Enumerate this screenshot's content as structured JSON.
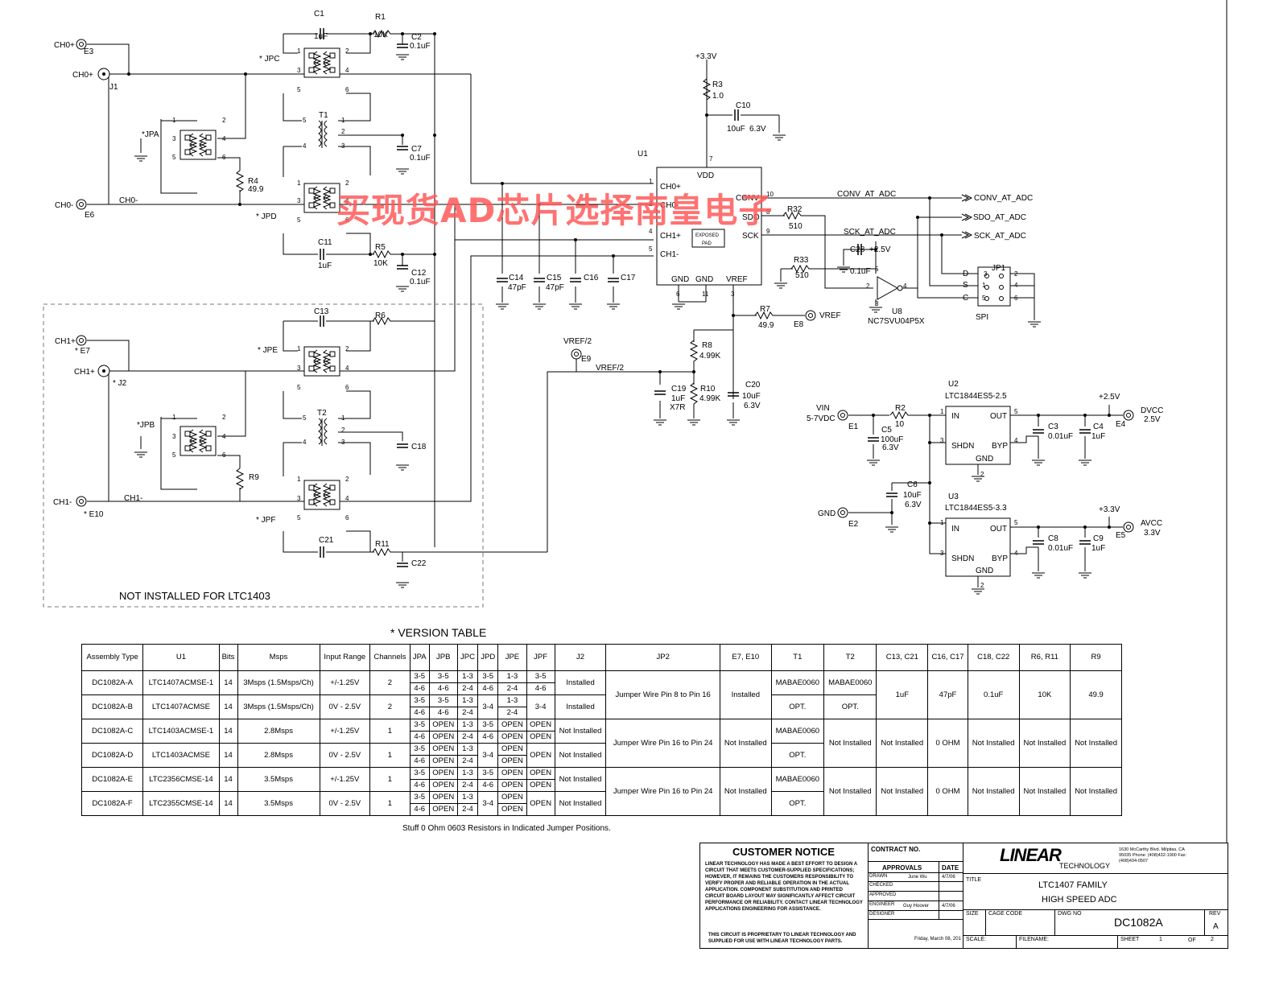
{
  "watermark": "买现货AD芯片选择南皇电子",
  "not_installed_label": "NOT INSTALLED FOR LTC1403",
  "version_table_title": "*  VERSION TABLE",
  "stuff_note": "Stuff 0 Ohm 0603 Resistors in Indicated Jumper Positions.",
  "version_table": {
    "headers": [
      "Assembly Type",
      "U1",
      "Bits",
      "Msps",
      "Input Range",
      "Channels",
      "JPA",
      "JPB",
      "JPC",
      "JPD",
      "JPE",
      "JPF",
      "J2",
      "JP2",
      "E7, E10",
      "T1",
      "T2",
      "C13, C21",
      "C16, C17",
      "C18, C22",
      "R6, R11",
      "R9"
    ],
    "rows": [
      {
        "asm": "DC1082A-A",
        "u1": "LTC1407ACMSE-1",
        "bits": "14",
        "msps": "3Msps (1.5Msps/Ch)",
        "range": "+/-1.25V",
        "ch": "2",
        "jpa": [
          "3-5",
          "4-6"
        ],
        "jpb": [
          "3-5",
          "4-6"
        ],
        "jpc": [
          "1-3",
          "2-4"
        ],
        "jpd": [
          "3-5",
          "4-6"
        ],
        "jpe": [
          "1-3",
          "2-4"
        ],
        "jpf": [
          "3-5",
          "4-6"
        ],
        "j2": "Installed",
        "t1": "MABAE0060",
        "t2": "MABAE0060"
      },
      {
        "asm": "DC1082A-B",
        "u1": "LTC1407ACMSE",
        "bits": "14",
        "msps": "3Msps (1.5Msps/Ch)",
        "range": "0V - 2.5V",
        "ch": "2",
        "jpa": [
          "3-5",
          "4-6"
        ],
        "jpb": [
          "3-5",
          "4-6"
        ],
        "jpc": [
          "1-3",
          "2-4"
        ],
        "jpd": [
          "3-4"
        ],
        "jpe": [
          "1-3",
          "2-4"
        ],
        "jpf": [
          "3-4"
        ],
        "j2": "Installed",
        "t1": "OPT.",
        "t2": "OPT."
      },
      {
        "asm": "DC1082A-C",
        "u1": "LTC1403ACMSE-1",
        "bits": "14",
        "msps": "2.8Msps",
        "range": "+/-1.25V",
        "ch": "1",
        "jpa": [
          "3-5",
          "4-6"
        ],
        "jpb": [
          "OPEN",
          "OPEN"
        ],
        "jpc": [
          "1-3",
          "2-4"
        ],
        "jpd": [
          "3-5",
          "4-6"
        ],
        "jpe": [
          "OPEN",
          "OPEN"
        ],
        "jpf": [
          "OPEN",
          "OPEN"
        ],
        "j2": "Not Installed",
        "t1": "MABAE0060"
      },
      {
        "asm": "DC1082A-D",
        "u1": "LTC1403ACMSE",
        "bits": "14",
        "msps": "2.8Msps",
        "range": "0V - 2.5V",
        "ch": "1",
        "jpa": [
          "3-5",
          "4-6"
        ],
        "jpb": [
          "OPEN",
          "OPEN"
        ],
        "jpc": [
          "1-3",
          "2-4"
        ],
        "jpd": [
          "3-4"
        ],
        "jpe": [
          "OPEN",
          "OPEN"
        ],
        "jpf": [
          "OPEN"
        ],
        "j2": "Not Installed",
        "t1": "OPT."
      },
      {
        "asm": "DC1082A-E",
        "u1": "LTC2356CMSE-14",
        "bits": "14",
        "msps": "3.5Msps",
        "range": "+/-1.25V",
        "ch": "1",
        "jpa": [
          "3-5",
          "4-6"
        ],
        "jpb": [
          "OPEN",
          "OPEN"
        ],
        "jpc": [
          "1-3",
          "2-4"
        ],
        "jpd": [
          "3-5",
          "4-6"
        ],
        "jpe": [
          "OPEN",
          "OPEN"
        ],
        "jpf": [
          "OPEN",
          "OPEN"
        ],
        "j2": "Not Installed",
        "t1": "MABAE0060"
      },
      {
        "asm": "DC1082A-F",
        "u1": "LTC2355CMSE-14",
        "bits": "14",
        "msps": "3.5Msps",
        "range": "0V - 2.5V",
        "ch": "1",
        "jpa": [
          "3-5",
          "4-6"
        ],
        "jpb": [
          "OPEN",
          "OPEN"
        ],
        "jpc": [
          "1-3",
          "2-4"
        ],
        "jpd": [
          "3-4"
        ],
        "jpe": [
          "OPEN",
          "OPEN"
        ],
        "jpf": [
          "OPEN"
        ],
        "j2": "Not Installed",
        "t1": "OPT."
      }
    ],
    "groups": [
      {
        "jp2": "Jumper Wire Pin 8 to Pin 16",
        "e7e10": "Installed",
        "t2": "",
        "c13": "1uF",
        "c16": "47pF",
        "c18": "0.1uF",
        "r6": "10K",
        "r9": "49.9"
      },
      {
        "jp2": "Jumper Wire Pin 16 to Pin 24",
        "e7e10": "Not Installed",
        "t2": "Not Installed",
        "c13": "Not Installed",
        "c16": "0 OHM",
        "c18": "Not Installed",
        "r6": "Not Installed",
        "r9": "Not Installed"
      },
      {
        "jp2": "Jumper Wire Pin 16 to Pin 24",
        "e7e10": "Not Installed",
        "t2": "Not Installed",
        "c13": "Not Installed",
        "c16": "0 OHM",
        "c18": "Not Installed",
        "r6": "Not Installed",
        "r9": "Not Installed"
      }
    ]
  },
  "title_block": {
    "customer_notice": "CUSTOMER NOTICE",
    "notice_text": "LINEAR TECHNOLOGY HAS MADE A BEST EFFORT TO DESIGN A CIRCUIT THAT MEETS CUSTOMER-SUPPLIED SPECIFICATIONS; HOWEVER, IT REMAINS THE CUSTOMERS RESPONSIBILITY TO VERIFY PROPER AND RELIABLE OPERATION IN THE ACTUAL APPLICATION. COMPONENT SUBSTITUTION AND PRINTED CIRCUIT BOARD LAYOUT MAY SIGNIFICANTLY AFFECT CIRCUIT PERFORMANCE OR RELIABILITY. CONTACT LINEAR TECHNOLOGY APPLICATIONS ENGINEERING FOR ASSISTANCE.",
    "proprietary": "THIS CIRCUIT IS PROPRIETARY TO LINEAR TECHNOLOGY AND SUPPLIED FOR USE WITH LINEAR TECHNOLOGY PARTS.",
    "contract_no": "CONTRACT NO.",
    "approvals": "APPROVALS",
    "date": "DATE",
    "drawn": "DRAWN",
    "drawn_by": "June Wu",
    "drawn_date": "4/7/06",
    "checked": "CHECKED",
    "approved": "APPROVED",
    "engineer": "ENGINEER",
    "engineer_name": "Guy Hoover",
    "engineer_date": "4/7/06",
    "designer": "DESIGNER",
    "print_date": "Friday, March 08, 201",
    "logo": "LINEAR",
    "logo_sub": "TECHNOLOGY",
    "address": "1630 McCarthy Blvd. Milpitas, CA 95035 Phone: (408)432-1900 Fax: (408)434-0507",
    "title_label": "TITLE",
    "title_1": "LTC1407 FAMILY",
    "title_2": "HIGH SPEED ADC",
    "size": "SIZE",
    "cage_code": "CAGE CODE",
    "dwg_no": "DWG NO",
    "dwg_value": "DC1082A",
    "rev": "REV",
    "rev_value": "A",
    "scale": "SCALE:",
    "filename": "FILENAME:",
    "sheet": "SHEET",
    "sheet_value": "1",
    "of": "OF",
    "of_value": "2"
  },
  "schematic_labels": [
    "CH0+",
    "E3",
    "CH0+",
    "J1",
    "C1",
    "1uF",
    "R1",
    "10K",
    "C2",
    "0.1uF",
    "* JPC",
    "*JPA",
    "R4",
    "49.9",
    "CH0-",
    "E6",
    "CH0-",
    "* JPD",
    "T1",
    "C7",
    "0.1uF",
    "C11",
    "1uF",
    "R5",
    "10K",
    "C12",
    "0.1uF",
    "C13",
    "R6",
    "CH1+",
    "* E7",
    "CH1+",
    "* J2",
    "* JPE",
    "*JPB",
    "T2",
    "C18",
    "R9",
    "CH1-",
    "* E10",
    "CH1-",
    "* JPF",
    "C21",
    "R11",
    "C22",
    "C14",
    "47pF",
    "C15",
    "47pF",
    "C16",
    "C17",
    "U1",
    "VDD",
    "CH0+",
    "CH0-",
    "CH1+",
    "CH1-",
    "EXPOSED",
    "PAD",
    "GND",
    "GND",
    "VREF",
    "CONV",
    "SDO",
    "SCK",
    "+3.3V",
    "R3",
    "1.0",
    "C10",
    "10uF",
    "6.3V",
    "CONV_AT_ADC",
    "CONV_AT_ADC",
    "SDO_AT_ADC",
    "SCK_AT_ADC",
    "SCK_AT_ADC",
    "R32",
    "510",
    "R33",
    "510",
    "C28",
    "0.1uF",
    "+2.5V",
    "U8",
    "NC7SVU04P5X",
    "JP1",
    "D",
    "S",
    "C",
    "SPI",
    "R7",
    "49.9",
    "E8",
    "VREF",
    "VREF/2",
    "E9",
    "VREF/2",
    "R8",
    "4.99K",
    "C19",
    "1uF",
    "X7R",
    "R10",
    "4.99K",
    "C20",
    "10uF",
    "6.3V",
    "VIN",
    "5-7VDC",
    "E1",
    "R2",
    "10",
    "C5",
    "100uF",
    "6.3V",
    "U2",
    "LTC1844ES5-2.5",
    "IN",
    "OUT",
    "SHDN",
    "BYP",
    "GND",
    "C3",
    "0.01uF",
    "C4",
    "1uF",
    "+2.5V",
    "E4",
    "DVCC",
    "2.5V",
    "GND",
    "E2",
    "C6",
    "10uF",
    "6.3V",
    "U3",
    "LTC1844ES5-3.3",
    "IN",
    "OUT",
    "SHDN",
    "BYP",
    "GND",
    "C8",
    "0.01uF",
    "C9",
    "1uF",
    "+3.3V",
    "E5",
    "AVCC",
    "3.3V"
  ]
}
